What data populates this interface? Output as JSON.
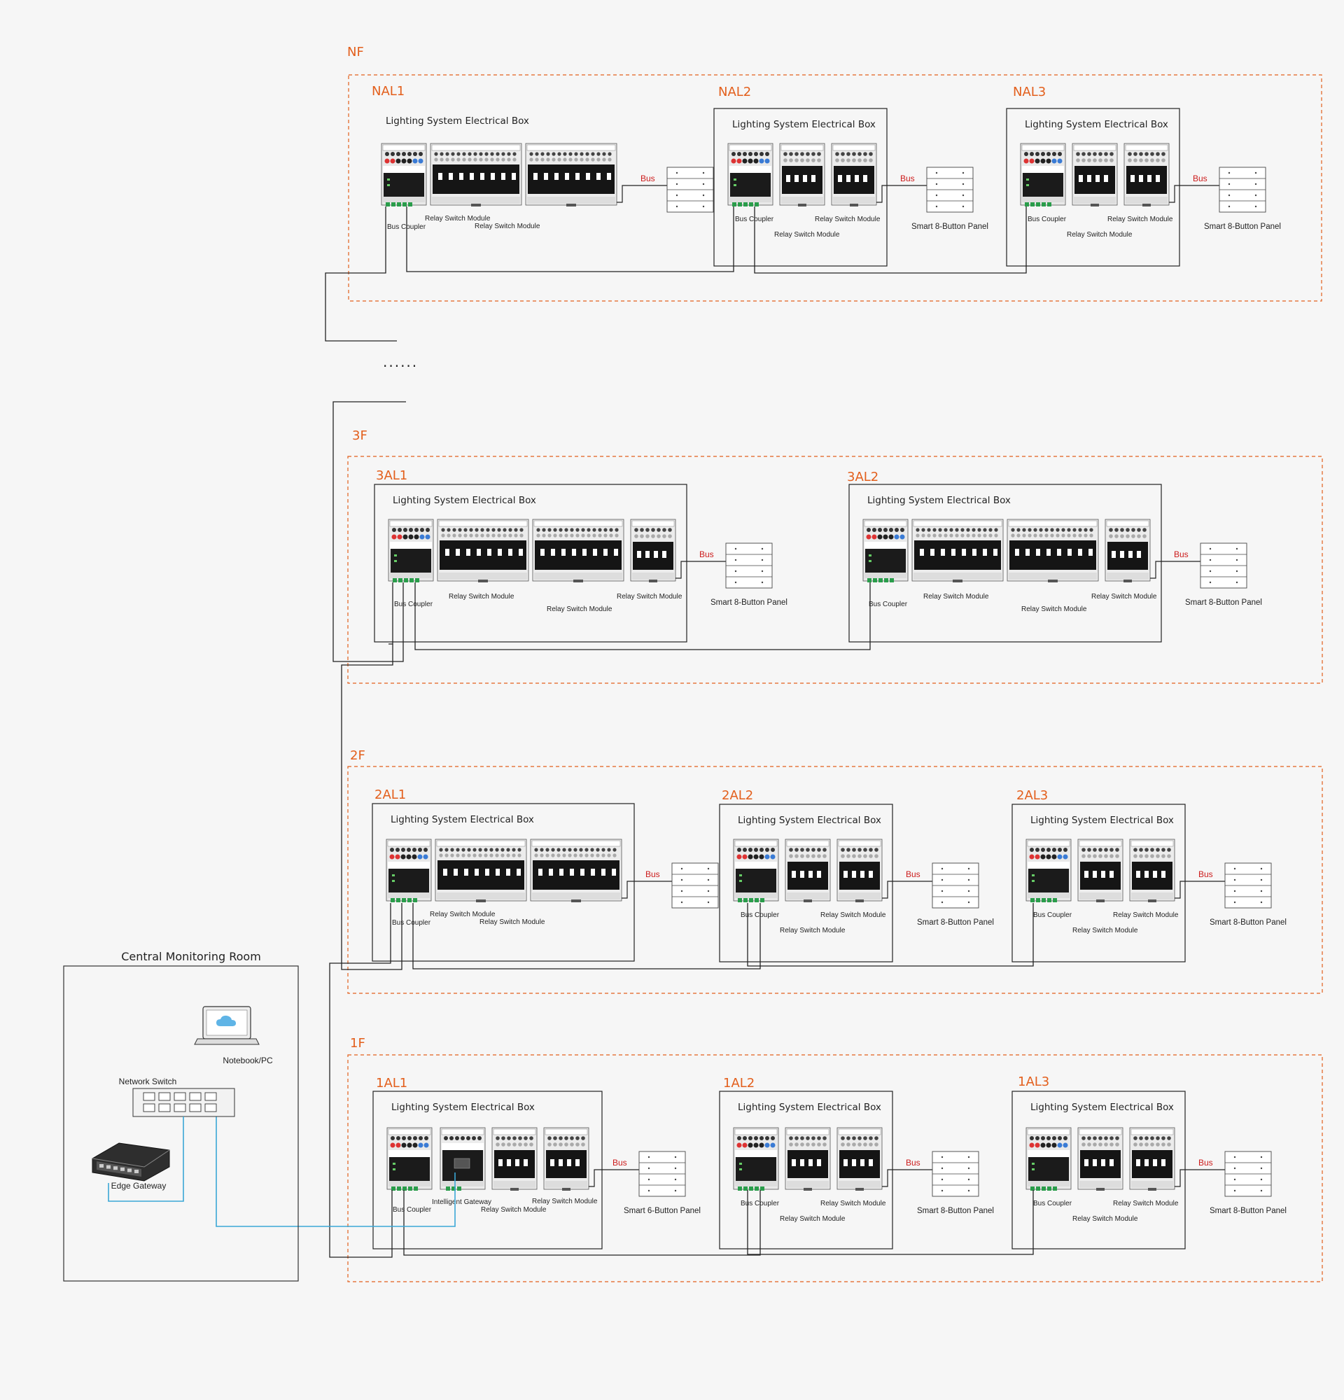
{
  "labels": {
    "box_title": "Lighting System Electrical Box",
    "bus": "Bus",
    "bus_coupler": "Bus Coupler",
    "relay_switch_module": "Relay Switch Module",
    "intelligent_gateway": "Intelligent Gateway",
    "smart_8_button_panel": "Smart 8-Button Panel",
    "smart_6_button_panel": "Smart 6-Button Panel",
    "ellipsis": "······"
  },
  "floors": [
    {
      "label": "NF",
      "boxes": [
        {
          "label": "NAL1",
          "variant": "wide-open",
          "panel": "smart_8_button_panel_unlabeled"
        },
        {
          "label": "NAL2",
          "variant": "compact",
          "panel": "smart_8_button_panel"
        },
        {
          "label": "NAL3",
          "variant": "compact",
          "panel": "smart_8_button_panel"
        }
      ]
    },
    {
      "label": "3F",
      "boxes": [
        {
          "label": "3AL1",
          "variant": "wide4",
          "panel": "smart_8_button_panel"
        },
        {
          "label": "3AL2",
          "variant": "wide4",
          "panel": "smart_8_button_panel"
        }
      ]
    },
    {
      "label": "2F",
      "boxes": [
        {
          "label": "2AL1",
          "variant": "wide",
          "panel": "smart_8_button_panel_unlabeled"
        },
        {
          "label": "2AL2",
          "variant": "compact",
          "panel": "smart_8_button_panel"
        },
        {
          "label": "2AL3",
          "variant": "compact",
          "panel": "smart_8_button_panel"
        }
      ]
    },
    {
      "label": "1F",
      "boxes": [
        {
          "label": "1AL1",
          "variant": "gateway",
          "panel": "smart_6_button_panel"
        },
        {
          "label": "1AL2",
          "variant": "compact",
          "panel": "smart_8_button_panel"
        },
        {
          "label": "1AL3",
          "variant": "compact",
          "panel": "smart_8_button_panel"
        }
      ]
    }
  ],
  "monitoring_room": {
    "title": "Central Monitoring Room",
    "notebook": "Notebook/PC",
    "network_switch": "Network Switch",
    "edge_gateway": "Edge Gateway"
  },
  "colors": {
    "floor_accent": "#e35f1c",
    "bus_text": "#cc1b1b",
    "network_cable": "#3aa7d6",
    "bus_cable": "#222222"
  }
}
